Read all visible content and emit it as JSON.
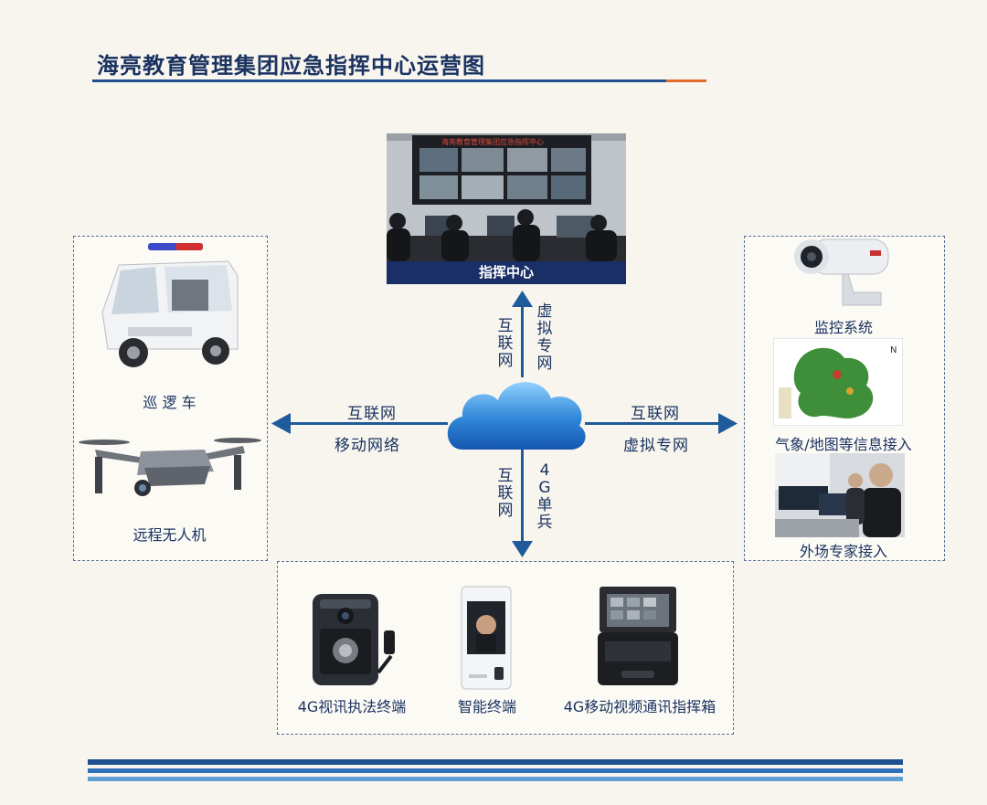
{
  "title": "海亮教育管理集团应急指挥中心运营图",
  "command_center": {
    "caption": "指挥中心",
    "screen_banner": "海亮教育管理集团应急指挥中心"
  },
  "left_panel": {
    "patrol_car": "巡 逻 车",
    "drone": "远程无人机"
  },
  "right_panel": {
    "surveillance": "监控系统",
    "weather_map": "气象/地图等信息接入",
    "expert_access": "外场专家接入"
  },
  "bottom_panel": {
    "body_cam": "4G视讯执法终端",
    "smart_terminal": "智能终端",
    "mobile_box": "4G移动视频通讯指挥箱"
  },
  "links": {
    "up_left": "互联网",
    "up_right": "虚拟专网",
    "left_top": "互联网",
    "left_bottom": "移动网络",
    "right_top": "互联网",
    "right_bottom": "虚拟专网",
    "down_left": "互联网",
    "down_right": "4G单兵"
  },
  "colors": {
    "arrow": "#1f5b9a",
    "title_rule": "#1f4f8f",
    "accent": "#e46a2e",
    "caption_bg": "#1a2f66"
  }
}
